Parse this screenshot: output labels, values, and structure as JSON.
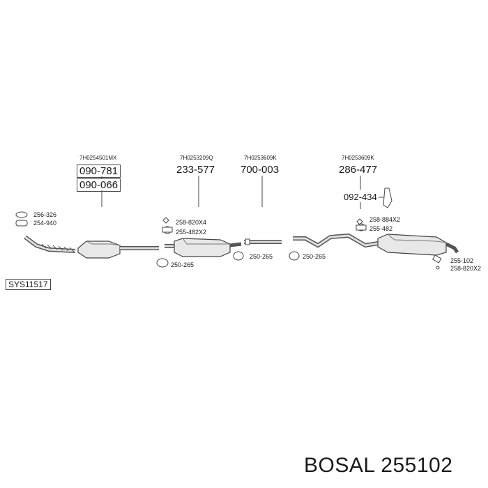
{
  "system_code": "SYS11517",
  "footer": {
    "brand": "BOSAL",
    "part_number": "255102"
  },
  "groups": [
    {
      "oem": "7H0254501MX",
      "parts": [
        "090-781",
        "090-066"
      ]
    },
    {
      "oem": "7H0253209Q",
      "parts": [
        "233-577"
      ]
    },
    {
      "oem": "7H0253609K",
      "parts": [
        "700-003"
      ]
    },
    {
      "oem": "7H0253609K",
      "parts": [
        "286-477",
        "092-434"
      ]
    }
  ],
  "hardware": {
    "front_gasket": "256-326",
    "front_clamp": "254-940",
    "mid_mount_a": "258-820X4",
    "mid_mount_b": "255-482X2",
    "clamp_1": "250-265",
    "clamp_2": "250-265",
    "clamp_3": "250-265",
    "rear_mount_a": "258-884X2",
    "rear_mount_b": "255-482",
    "tail_mount_a": "255-102",
    "tail_mount_b": "258-820X2"
  }
}
